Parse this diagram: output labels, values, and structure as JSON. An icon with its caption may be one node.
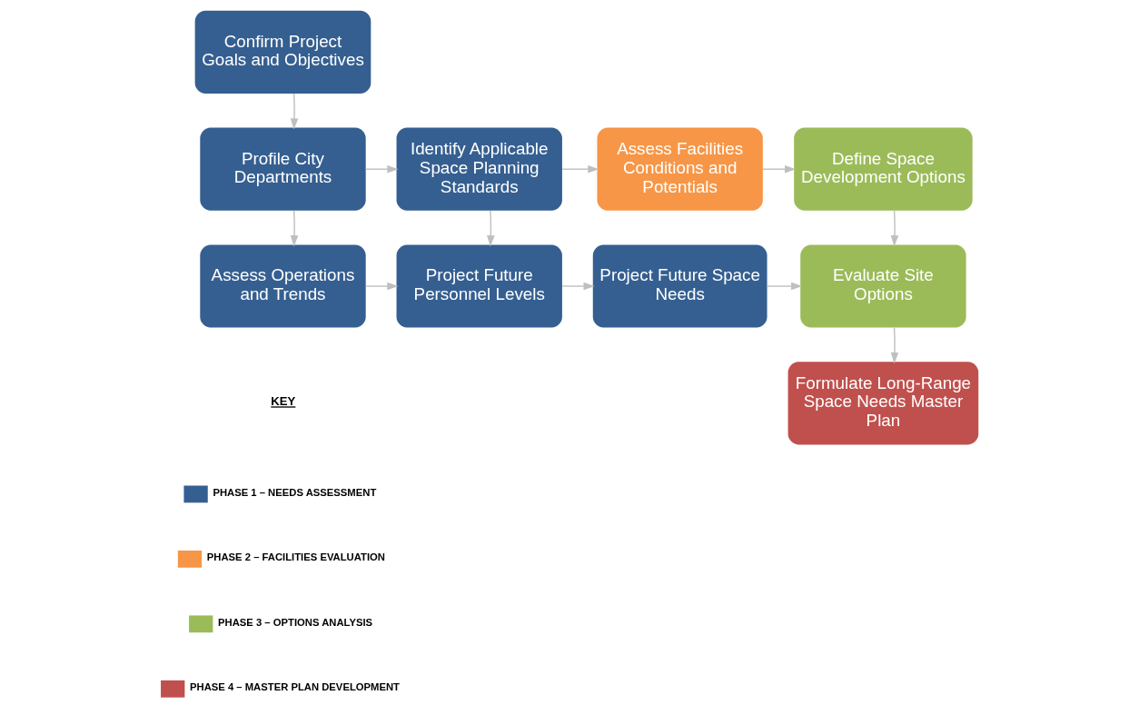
{
  "diagram": {
    "nodes": [
      {
        "text": [
          "Confirm Project Goals and Objectives"
        ]
      },
      {
        "text": [
          "Profile City Departments"
        ]
      },
      {
        "text": [
          "Identify Applicable Space Planning Standards"
        ]
      },
      {
        "text": [
          "Assess Facilities Conditions and Potentials"
        ]
      },
      {
        "text": [
          "Define Space Development Options"
        ]
      },
      {
        "text": [
          "Assess Operations and Trends"
        ]
      },
      {
        "text": [
          "Project Future Personnel Levels"
        ]
      },
      {
        "text": [
          "Project Future Space Needs"
        ]
      },
      {
        "text": [
          "Evaluate Site Options"
        ]
      },
      {
        "text": [
          "Formulate Long-Range Space Needs Master Plan"
        ]
      }
    ],
    "edges": [
      {
        "from": 0,
        "to": 1,
        "arrow": "to"
      },
      {
        "from": 1,
        "to": 2,
        "arrow": "to"
      },
      {
        "from": 2,
        "to": 3,
        "arrow": "to"
      },
      {
        "from": 3,
        "to": 4,
        "arrow": "to"
      },
      {
        "from": 1,
        "to": 5,
        "arrow": "to"
      },
      {
        "from": 2,
        "to": 6,
        "arrow": "to"
      },
      {
        "from": 5,
        "to": 6,
        "arrow": "to"
      },
      {
        "from": 6,
        "to": 7,
        "arrow": "to"
      },
      {
        "from": 7,
        "to": 8,
        "arrow": "to"
      },
      {
        "from": 4,
        "to": 8,
        "arrow": "to"
      },
      {
        "from": 8,
        "to": 9,
        "arrow": "to"
      }
    ],
    "labels": [
      "KEY"
    ],
    "legend": [
      {
        "text": "PHASE 1 – NEEDS ASSESSMENT",
        "color": "#355f91"
      },
      {
        "text": "PHASE 2 – FACILITIES EVALUATION",
        "color": "#f79646"
      },
      {
        "text": "PHASE 3 – OPTIONS ANALYSIS",
        "color": "#9bbb59"
      },
      {
        "text": "PHASE 4 – MASTER PLAN DEVELOPMENT",
        "color": "#c0504d"
      }
    ]
  }
}
